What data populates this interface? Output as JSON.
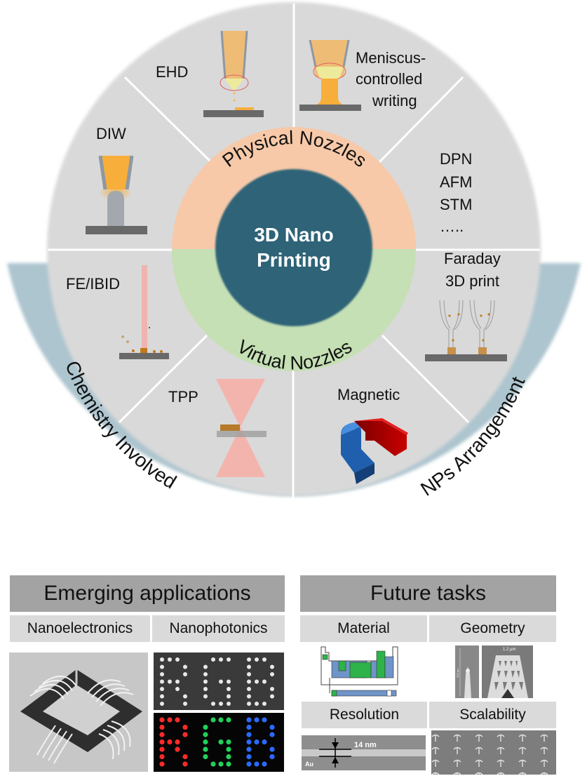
{
  "center": {
    "line1": "3D Nano",
    "line2": "Printing"
  },
  "rings": {
    "physical": "Physical  Nozzles",
    "virtual": "Virtual Nozzles",
    "chemistry": "Chemistry  Involved",
    "nps": "NPs Arrangement"
  },
  "methods": {
    "diw": "DIW",
    "ehd": "EHD",
    "meniscus": [
      "Meniscus-",
      "controlled",
      "writing"
    ],
    "probe": [
      "DPN",
      "AFM",
      "STM",
      "….."
    ],
    "febid": "FE/IBID",
    "tpp": "TPP",
    "faraday": [
      "Faraday",
      "3D print"
    ],
    "magnetic": "Magnetic"
  },
  "applications": {
    "title": "Emerging applications",
    "nanoelectronics": "Nanoelectronics",
    "nanophotonics": "Nanophotonics",
    "rgb_letters": [
      "R",
      "G",
      "B"
    ]
  },
  "future": {
    "title": "Future tasks",
    "material": "Material",
    "geometry": "Geometry",
    "resolution": "Resolution",
    "scalability": "Scalability",
    "resolution_scale": "14 nm",
    "resolution_material": "Au",
    "geometry_scale": "1.2 µm",
    "geometry_height": "200 µm"
  },
  "colors": {
    "center": "#2f6378",
    "physical": "#f7c9a8",
    "virtual": "#c5e0b4",
    "outer_band": "#adc5cf",
    "sector": "#d9d9d9",
    "ink": "#f7ae3a",
    "substrate": "#696969"
  }
}
